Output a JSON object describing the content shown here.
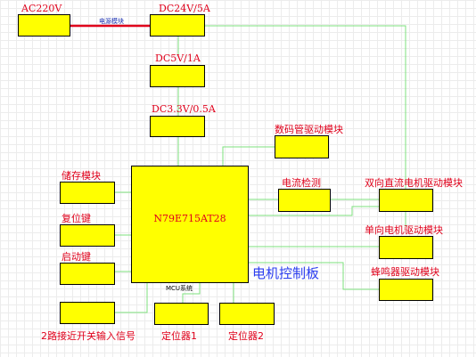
{
  "diagram": {
    "colors": {
      "block_fill": "#ffff00",
      "block_border": "#000000",
      "label_red": "#e0001b",
      "label_blue": "#2a3cf0",
      "wire_green": "#7ee07e",
      "wire_red": "#e0001b"
    },
    "power": {
      "ac_input": "AC220V",
      "dc24": "DC24V/5A",
      "link_label": "电源模块",
      "dc5": "DC5V/1A",
      "dc33": "DC3.3V/0.5A"
    },
    "mcu": {
      "name": "N79E715AT28",
      "tag": "MCU系统"
    },
    "board_title": "电机控制板",
    "modules": {
      "led_driver": "数码管驱动模块",
      "storage": "储存模块",
      "reset_key": "复位键",
      "start_key": "启动键",
      "current_detect": "电流检测",
      "dc_motor_bi": "双向直流电机驱动模块",
      "dc_motor_uni": "单向电机驱动模块",
      "buzzer": "蜂鸣器驱动模块",
      "proximity_input": "2路接近开关输入信号",
      "locator1": "定位器1",
      "locator2": "定位器2"
    }
  }
}
